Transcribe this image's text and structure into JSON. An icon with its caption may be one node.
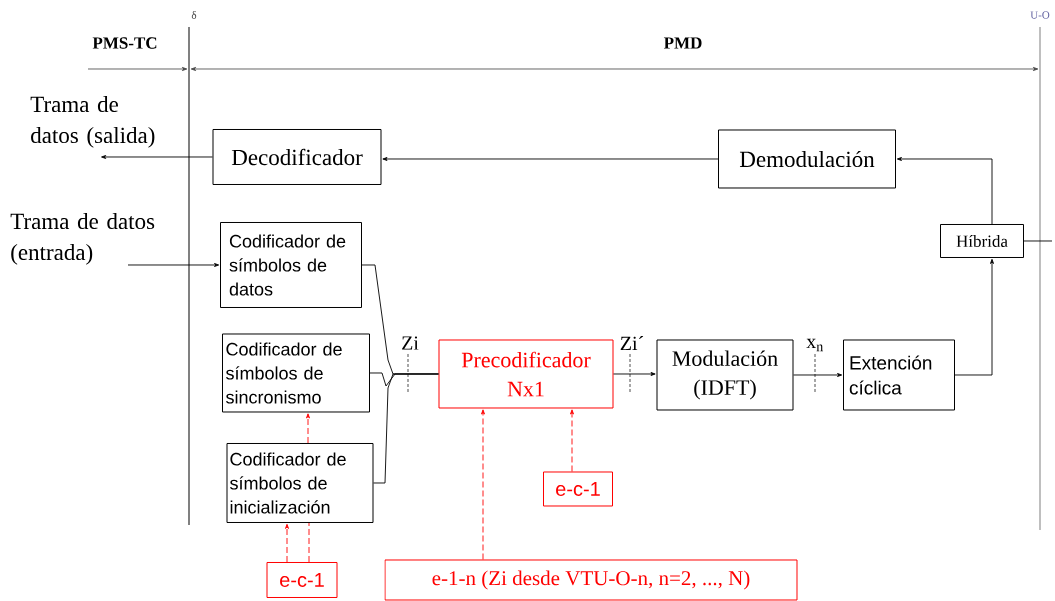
{
  "diagram": {
    "nodes": [
      {
        "text": [
          "Trama de datos (salida)"
        ]
      },
      {
        "text": [
          "Trama de datos (entrada)"
        ]
      },
      {
        "text": [
          "Decodificador"
        ]
      },
      {
        "text": [
          "Demodulación"
        ]
      },
      {
        "text": [
          "Codificador de símbolos de datos"
        ]
      },
      {
        "text": [
          "Codificador de símbolos de sincronismo"
        ]
      },
      {
        "text": [
          "Codificador de símbolos de inicialización"
        ]
      },
      {
        "text": [
          "Precodificador Nx1"
        ]
      },
      {
        "text": [
          "Modulación (IDFT)"
        ]
      },
      {
        "text": [
          "Extención cíclica"
        ]
      },
      {
        "text": [
          "Híbrida"
        ]
      },
      {
        "text": [
          "e-c-1"
        ]
      },
      {
        "text": [
          "e-c-1"
        ]
      },
      {
        "text": [
          "e-1-n (Zi desde VTU-O-n, n=2, ..., N)"
        ]
      }
    ],
    "edges": [
      {
        "from": 3,
        "to": 2,
        "arrow": "to"
      },
      {
        "from": 2,
        "to": 0,
        "arrow": "to"
      },
      {
        "from": 1,
        "to": 4,
        "arrow": "to"
      },
      {
        "from": 10,
        "to": 3,
        "arrow": "to"
      },
      {
        "from": 9,
        "to": 10,
        "arrow": "to"
      },
      {
        "from": 8,
        "to": 9,
        "arrow": "to",
        "label": "x$_{n}$"
      },
      {
        "from": 7,
        "to": 8,
        "arrow": "to",
        "label": "Zi´"
      },
      {
        "from": 4,
        "to": 7,
        "arrow": "none"
      },
      {
        "from": 5,
        "to": 7,
        "arrow": "none",
        "label": "Zi"
      },
      {
        "from": 6,
        "to": 7,
        "arrow": "none"
      },
      {
        "from": 6,
        "to": 5,
        "arrow": "to",
        "style": "dashed",
        "color": "#ff0000"
      },
      {
        "from": 11,
        "to": 7,
        "arrow": "to",
        "style": "dashed",
        "color": "#ff0000"
      },
      {
        "from": 13,
        "to": 7,
        "arrow": "to",
        "style": "dashed",
        "color": "#ff0000"
      },
      {
        "from": 12,
        "to": 6,
        "arrow": "to",
        "style": "dashed",
        "color": "#ff0000"
      },
      {
        "from": 12,
        "to": 6,
        "arrow": "none",
        "style": "dashed",
        "color": "#ff0000"
      },
      {
        "from": 10,
        "to": null,
        "arrow": "none"
      }
    ],
    "labels": [
      "δ",
      "U-O",
      "PMS-TC",
      "PMD"
    ]
  }
}
